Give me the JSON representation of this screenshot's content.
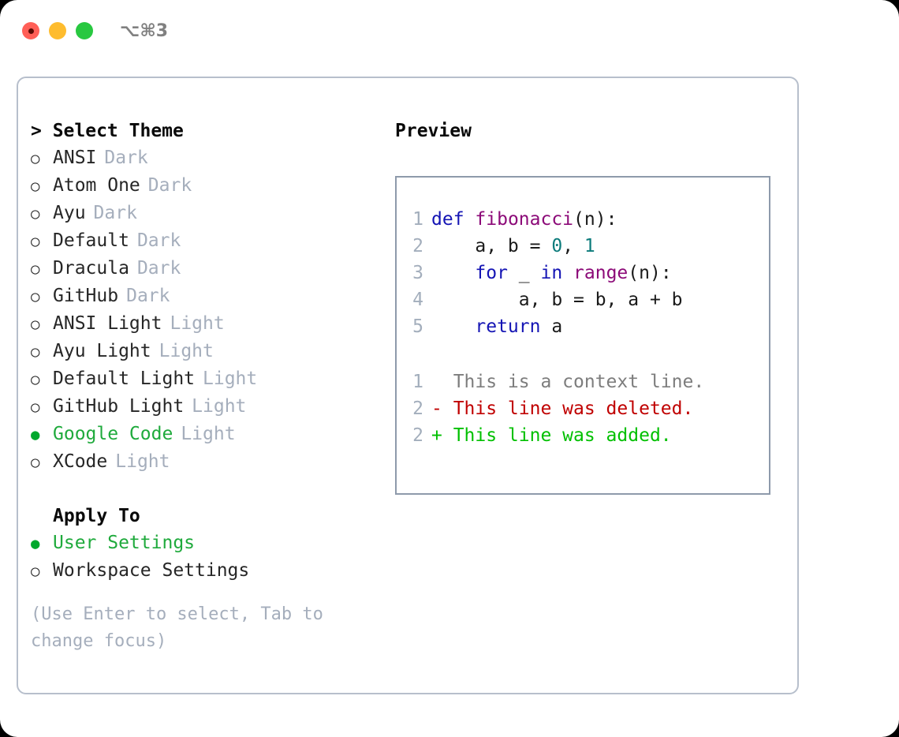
{
  "titlebar": {
    "shortcut": "⌥⌘3",
    "lights": [
      {
        "name": "close",
        "color": "#ff5f57"
      },
      {
        "name": "minimize",
        "color": "#febc2e"
      },
      {
        "name": "maximize",
        "color": "#28c840"
      }
    ]
  },
  "theme_list": {
    "header": "> Select Theme",
    "items": [
      {
        "marker": "○",
        "label": "ANSI",
        "category": "Dark",
        "selected": false
      },
      {
        "marker": "○",
        "label": "Atom One",
        "category": "Dark",
        "selected": false
      },
      {
        "marker": "○",
        "label": "Ayu",
        "category": "Dark",
        "selected": false
      },
      {
        "marker": "○",
        "label": "Default",
        "category": "Dark",
        "selected": false
      },
      {
        "marker": "○",
        "label": "Dracula",
        "category": "Dark",
        "selected": false
      },
      {
        "marker": "○",
        "label": "GitHub",
        "category": "Dark",
        "selected": false
      },
      {
        "marker": "○",
        "label": "ANSI Light",
        "category": "Light",
        "selected": false
      },
      {
        "marker": "○",
        "label": "Ayu Light",
        "category": "Light",
        "selected": false
      },
      {
        "marker": "○",
        "label": "Default Light",
        "category": "Light",
        "selected": false
      },
      {
        "marker": "○",
        "label": "GitHub Light",
        "category": "Light",
        "selected": false
      },
      {
        "marker": "●",
        "label": "Google Code",
        "category": "Light",
        "selected": true
      },
      {
        "marker": "○",
        "label": "XCode",
        "category": "Light",
        "selected": false
      }
    ]
  },
  "apply_to": {
    "header": "Apply To",
    "items": [
      {
        "marker": "●",
        "label": "User Settings",
        "selected": true
      },
      {
        "marker": "○",
        "label": "Workspace Settings",
        "selected": false
      }
    ]
  },
  "hint": "(Use Enter to select, Tab to change focus)",
  "preview": {
    "title": "Preview",
    "code_lines": [
      {
        "number": "1",
        "tokens": [
          {
            "t": "def",
            "k": "kw"
          },
          {
            "t": " ",
            "k": "pl"
          },
          {
            "t": "fibonacci",
            "k": "fn"
          },
          {
            "t": "(n):",
            "k": "pl"
          }
        ]
      },
      {
        "number": "2",
        "tokens": [
          {
            "t": "    a, b = ",
            "k": "pl"
          },
          {
            "t": "0",
            "k": "num"
          },
          {
            "t": ", ",
            "k": "pl"
          },
          {
            "t": "1",
            "k": "num"
          }
        ]
      },
      {
        "number": "3",
        "tokens": [
          {
            "t": "    ",
            "k": "pl"
          },
          {
            "t": "for",
            "k": "kw"
          },
          {
            "t": " _ ",
            "k": "pl"
          },
          {
            "t": "in",
            "k": "kw"
          },
          {
            "t": " ",
            "k": "pl"
          },
          {
            "t": "range",
            "k": "fn"
          },
          {
            "t": "(n):",
            "k": "pl"
          }
        ]
      },
      {
        "number": "4",
        "tokens": [
          {
            "t": "        a, b = b, a + b",
            "k": "pl"
          }
        ]
      },
      {
        "number": "5",
        "tokens": [
          {
            "t": "    ",
            "k": "pl"
          },
          {
            "t": "return",
            "k": "kw"
          },
          {
            "t": " a",
            "k": "pl"
          }
        ]
      }
    ],
    "diff_lines": [
      {
        "number": "1",
        "prefix": "  ",
        "text": "This is a context line.",
        "kind": "context"
      },
      {
        "number": "2",
        "prefix": "- ",
        "text": "This line was deleted.",
        "kind": "deleted"
      },
      {
        "number": "2",
        "prefix": "+ ",
        "text": "This line was added.",
        "kind": "added"
      }
    ]
  },
  "colors": {
    "selected_green": "#1faa3c",
    "category_gray": "#a5aebc",
    "keyword_blue": "#1414b4",
    "function_purple": "#8c0a78",
    "number_teal": "#0c7b7b",
    "diff_deleted": "#c00000",
    "diff_added": "#00c000",
    "panel_border": "#b7bfcc",
    "preview_border": "#8e9aab"
  }
}
